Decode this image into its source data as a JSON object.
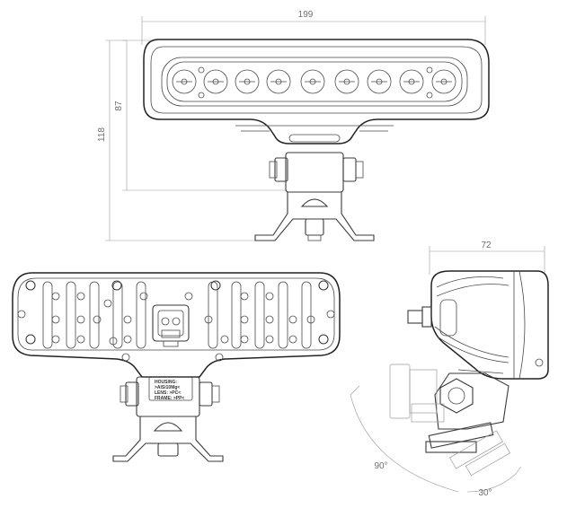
{
  "dimensions": {
    "width": "199",
    "lens_height": "87",
    "total_height": "118",
    "depth": "72",
    "angle_tilt": "90°",
    "angle_rotate": "30°"
  },
  "label_plate": {
    "line1": "HOUSING:",
    "line2": ">AlSi10Mg<",
    "line3": "LENS: >PC<",
    "line4": "FRAME: >PP<"
  },
  "colors": {
    "line": "#3a3a3a",
    "dimension": "#9a9a9a"
  }
}
